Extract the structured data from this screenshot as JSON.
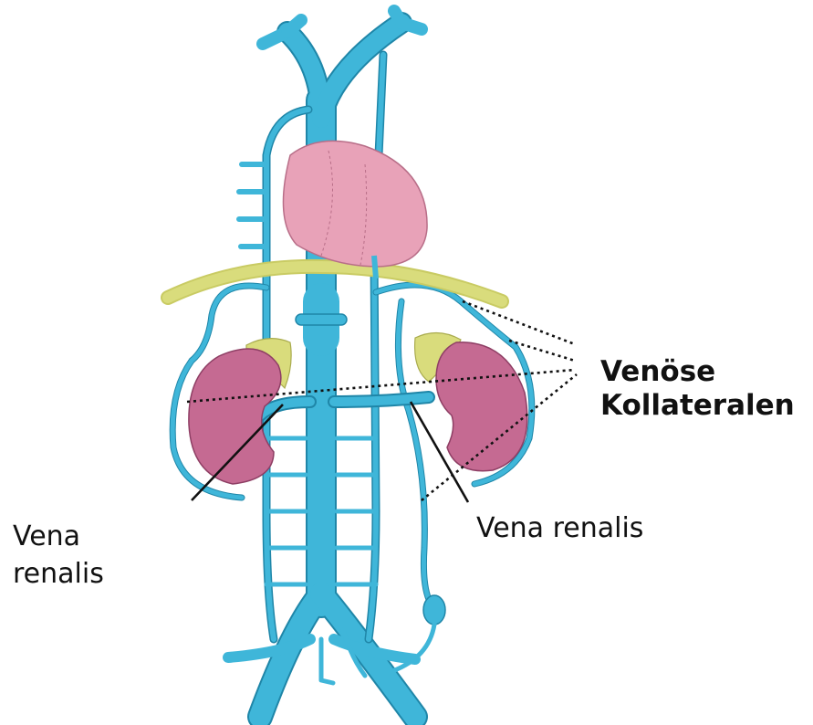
{
  "labels": {
    "collaterals_line1": "Venöse",
    "collaterals_line2": "Kollateralen",
    "vena_renalis_left_line1": "Vena",
    "vena_renalis_left_line2": "renalis",
    "vena_renalis_right": "Vena renalis"
  },
  "colors": {
    "vein": "#3fb6d9",
    "vein_outline": "#1f86a8",
    "heart": "#e8a2b8",
    "kidney": "#c56a92",
    "adrenal_diaphragm": "#d9dc7c",
    "background": "#ffffff"
  }
}
